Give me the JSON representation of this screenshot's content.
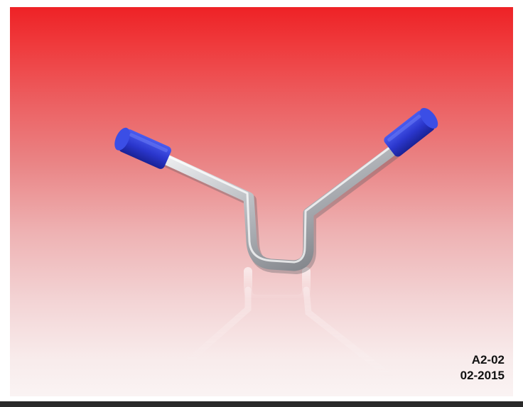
{
  "image": {
    "subject": "bent-metal-rod-with-blue-caps",
    "colors": {
      "background_top": "#ee2226",
      "background_bottom": "#faf3f3",
      "rod": "#b9bcc0",
      "cap": "#2b3bd6",
      "bottom_bar": "#2a2a2a"
    }
  },
  "labels": {
    "part_code": "A2-02",
    "date_code": "02-2015"
  }
}
